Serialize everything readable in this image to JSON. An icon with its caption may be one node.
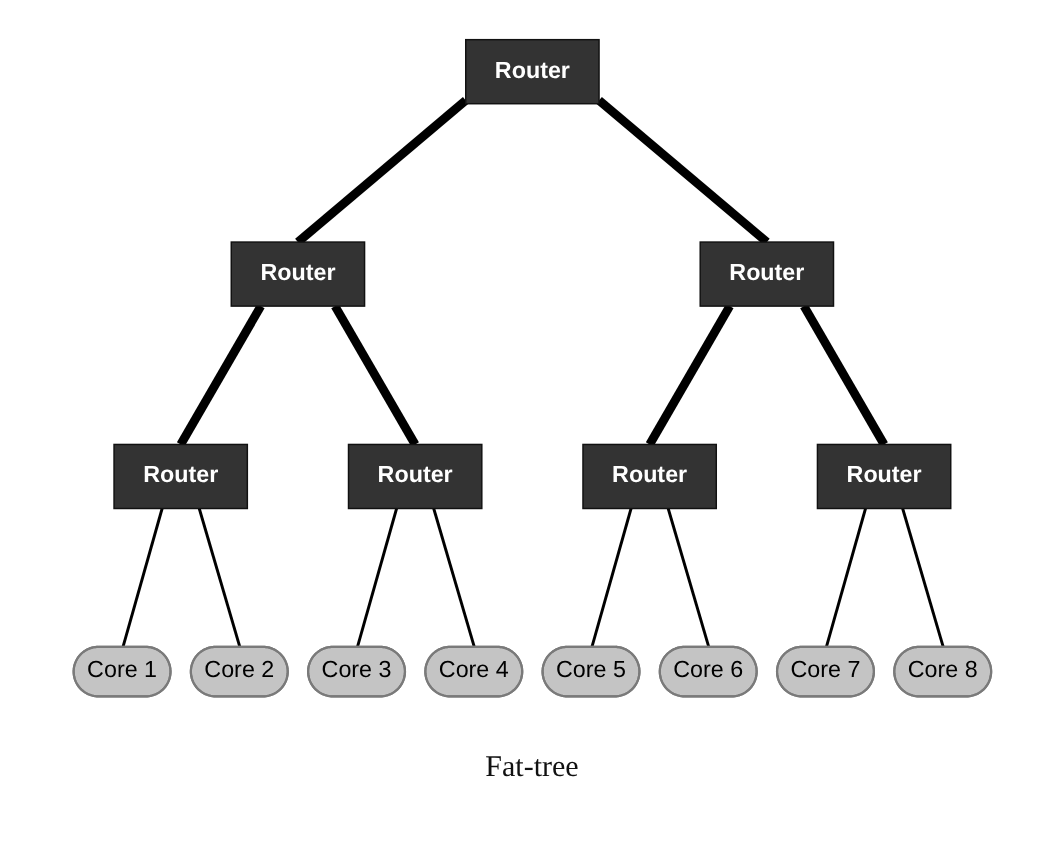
{
  "diagram": {
    "caption": "Fat-tree",
    "nodes": [
      {
        "text": [
          "Router"
        ]
      },
      {
        "text": [
          "Router"
        ]
      },
      {
        "text": [
          "Router"
        ]
      },
      {
        "text": [
          "Router"
        ]
      },
      {
        "text": [
          "Router"
        ]
      },
      {
        "text": [
          "Router"
        ]
      },
      {
        "text": [
          "Router"
        ]
      },
      {
        "text": [
          "Core 1"
        ]
      },
      {
        "text": [
          "Core 2"
        ]
      },
      {
        "text": [
          "Core 3"
        ]
      },
      {
        "text": [
          "Core 4"
        ]
      },
      {
        "text": [
          "Core 5"
        ]
      },
      {
        "text": [
          "Core 6"
        ]
      },
      {
        "text": [
          "Core 7"
        ]
      },
      {
        "text": [
          "Core 8"
        ]
      }
    ],
    "edges": [
      {
        "from": 0,
        "to": 1,
        "arrow": "none",
        "style": "thick"
      },
      {
        "from": 0,
        "to": 2,
        "arrow": "none",
        "style": "thick"
      },
      {
        "from": 1,
        "to": 3,
        "arrow": "none",
        "style": "thick"
      },
      {
        "from": 1,
        "to": 4,
        "arrow": "none",
        "style": "thick"
      },
      {
        "from": 2,
        "to": 5,
        "arrow": "none",
        "style": "thick"
      },
      {
        "from": 2,
        "to": 6,
        "arrow": "none",
        "style": "thick"
      },
      {
        "from": 3,
        "to": 7,
        "arrow": "none"
      },
      {
        "from": 3,
        "to": 8,
        "arrow": "none"
      },
      {
        "from": 4,
        "to": 9,
        "arrow": "none"
      },
      {
        "from": 4,
        "to": 10,
        "arrow": "none"
      },
      {
        "from": 5,
        "to": 11,
        "arrow": "none"
      },
      {
        "from": 5,
        "to": 12,
        "arrow": "none"
      },
      {
        "from": 6,
        "to": 13,
        "arrow": "none"
      },
      {
        "from": 6,
        "to": 14,
        "arrow": "none"
      }
    ]
  }
}
